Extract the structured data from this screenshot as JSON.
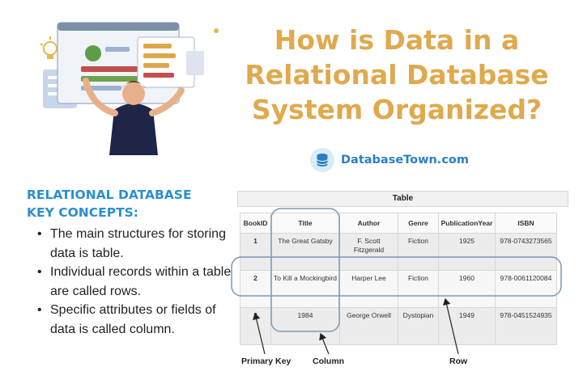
{
  "title_lines": [
    "How is Data in a",
    "Relational Database",
    "System Organized?"
  ],
  "site": {
    "text": "DatabaseTown.com",
    "icon": "database-icon"
  },
  "concepts": {
    "heading_lines": [
      "RELATIONAL DATABASE",
      "KEY CONCEPTS:"
    ],
    "bullets": [
      "The main structures for storing data is table.",
      "Individual records within a table are called rows.",
      "Specific attributes or fields of data is called column."
    ]
  },
  "table": {
    "caption": "Table",
    "columns": [
      "BookID",
      "Title",
      "Author",
      "Genre",
      "PublicationYear",
      "ISBN"
    ],
    "rows": [
      [
        "1",
        "The Great Gatsby",
        "F. Scott Fitzgerald",
        "Fiction",
        "1925",
        "978-0743273565"
      ],
      [
        "2",
        "To Kill a Mockingbird",
        "Harper Lee",
        "Fiction",
        "1960",
        "978-0061120084"
      ],
      [
        "3",
        "1984",
        "George Orwell",
        "Dystopian",
        "1949",
        "978-0451524935"
      ]
    ]
  },
  "annotations": {
    "primary_key": "Primary Key",
    "column": "Column",
    "row": "Row"
  },
  "colors": {
    "title": "#dfa94d",
    "heading": "#2a8fd0",
    "site": "#2a7fc4",
    "highlight": "#7a98b8"
  }
}
